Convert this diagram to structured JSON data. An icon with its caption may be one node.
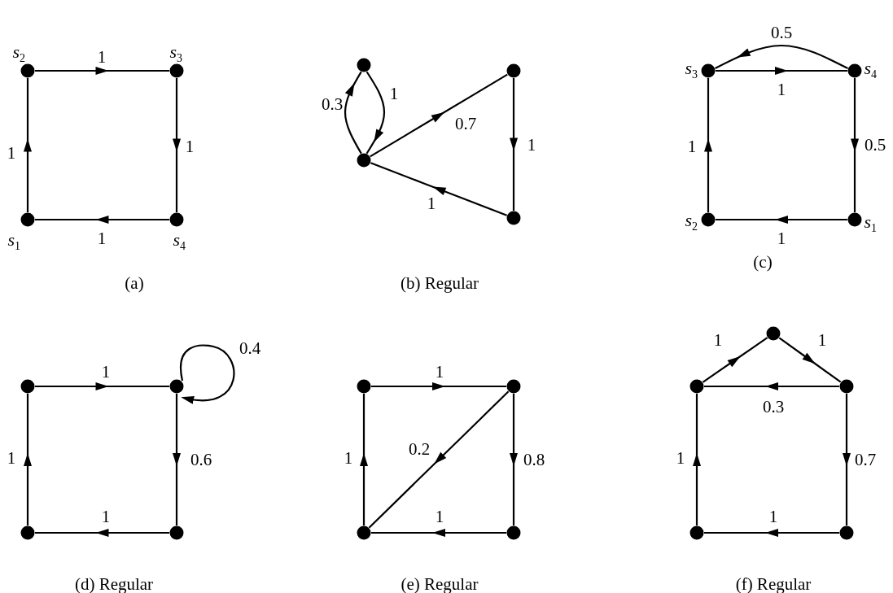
{
  "diagram": {
    "nodes": [
      {
        "text": [],
        "shape": "circle",
        "beside": [
          "s$_{2}$"
        ]
      },
      {
        "text": [],
        "shape": "circle",
        "beside": [
          "s$_{3}$"
        ]
      },
      {
        "text": [],
        "shape": "circle",
        "beside": [
          "s$_{1}$"
        ]
      },
      {
        "text": [],
        "shape": "circle",
        "beside": [
          "s$_{4}$"
        ]
      },
      {
        "text": [],
        "shape": "circle"
      },
      {
        "text": [],
        "shape": "circle"
      },
      {
        "text": [],
        "shape": "circle"
      },
      {
        "text": [],
        "shape": "circle"
      },
      {
        "text": [],
        "shape": "circle",
        "beside": [
          "s$_{3}$"
        ]
      },
      {
        "text": [],
        "shape": "circle",
        "beside": [
          "s$_{4}$"
        ]
      },
      {
        "text": [],
        "shape": "circle",
        "beside": [
          "s$_{2}$"
        ]
      },
      {
        "text": [],
        "shape": "circle",
        "beside": [
          "s$_{1}$"
        ]
      },
      {
        "text": [],
        "shape": "circle"
      },
      {
        "text": [],
        "shape": "circle"
      },
      {
        "text": [],
        "shape": "circle"
      },
      {
        "text": [],
        "shape": "circle"
      },
      {
        "text": [],
        "shape": "circle"
      },
      {
        "text": [],
        "shape": "circle"
      },
      {
        "text": [],
        "shape": "circle"
      },
      {
        "text": [],
        "shape": "circle"
      },
      {
        "text": [],
        "shape": "circle"
      },
      {
        "text": [],
        "shape": "circle"
      },
      {
        "text": [],
        "shape": "circle"
      },
      {
        "text": [],
        "shape": "circle"
      },
      {
        "text": [],
        "shape": "circle"
      }
    ],
    "edges": [
      {
        "from": 0,
        "to": 1,
        "arrow": "to",
        "label": "1"
      },
      {
        "from": 1,
        "to": 3,
        "arrow": "to",
        "label": "1"
      },
      {
        "from": 3,
        "to": 2,
        "arrow": "to",
        "label": "1"
      },
      {
        "from": 2,
        "to": 0,
        "arrow": "to",
        "label": "1"
      },
      {
        "from": 4,
        "to": 6,
        "arrow": "to",
        "label": "1"
      },
      {
        "from": 6,
        "to": 4,
        "arrow": "to",
        "label": "0.3"
      },
      {
        "from": 6,
        "to": 5,
        "arrow": "to",
        "label": "0.7"
      },
      {
        "from": 5,
        "to": 7,
        "arrow": "to",
        "label": "1"
      },
      {
        "from": 7,
        "to": 6,
        "arrow": "to",
        "label": "1"
      },
      {
        "from": 8,
        "to": 9,
        "arrow": "to",
        "label": "1"
      },
      {
        "from": 9,
        "to": 8,
        "arrow": "to",
        "label": "0.5"
      },
      {
        "from": 9,
        "to": 11,
        "arrow": "to",
        "label": "0.5"
      },
      {
        "from": 11,
        "to": 10,
        "arrow": "to",
        "label": "1"
      },
      {
        "from": 10,
        "to": 8,
        "arrow": "to",
        "label": "1"
      },
      {
        "from": 12,
        "to": 13,
        "arrow": "to",
        "label": "1"
      },
      {
        "from": 13,
        "to": 13,
        "arrow": "to",
        "label": "0.4"
      },
      {
        "from": 13,
        "to": 15,
        "arrow": "to",
        "label": "0.6"
      },
      {
        "from": 15,
        "to": 14,
        "arrow": "to",
        "label": "1"
      },
      {
        "from": 14,
        "to": 12,
        "arrow": "to",
        "label": "1"
      },
      {
        "from": 16,
        "to": 17,
        "arrow": "to",
        "label": "1"
      },
      {
        "from": 17,
        "to": 19,
        "arrow": "to",
        "label": "0.8"
      },
      {
        "from": 17,
        "to": 18,
        "arrow": "to",
        "label": "0.2"
      },
      {
        "from": 19,
        "to": 18,
        "arrow": "to",
        "label": "1"
      },
      {
        "from": 18,
        "to": 16,
        "arrow": "to",
        "label": "1"
      },
      {
        "from": 21,
        "to": 20,
        "arrow": "to",
        "label": "1"
      },
      {
        "from": 20,
        "to": 22,
        "arrow": "to",
        "label": "1"
      },
      {
        "from": 22,
        "to": 21,
        "arrow": "to",
        "label": "0.3"
      },
      {
        "from": 22,
        "to": 24,
        "arrow": "to",
        "label": "0.7"
      },
      {
        "from": 24,
        "to": 23,
        "arrow": "to",
        "label": "1"
      },
      {
        "from": 23,
        "to": 21,
        "arrow": "to",
        "label": "1"
      }
    ],
    "labels": [
      "(a)",
      "(b) Regular",
      "(c)",
      "(d) Regular",
      "(e) Regular",
      "(f) Regular"
    ]
  }
}
